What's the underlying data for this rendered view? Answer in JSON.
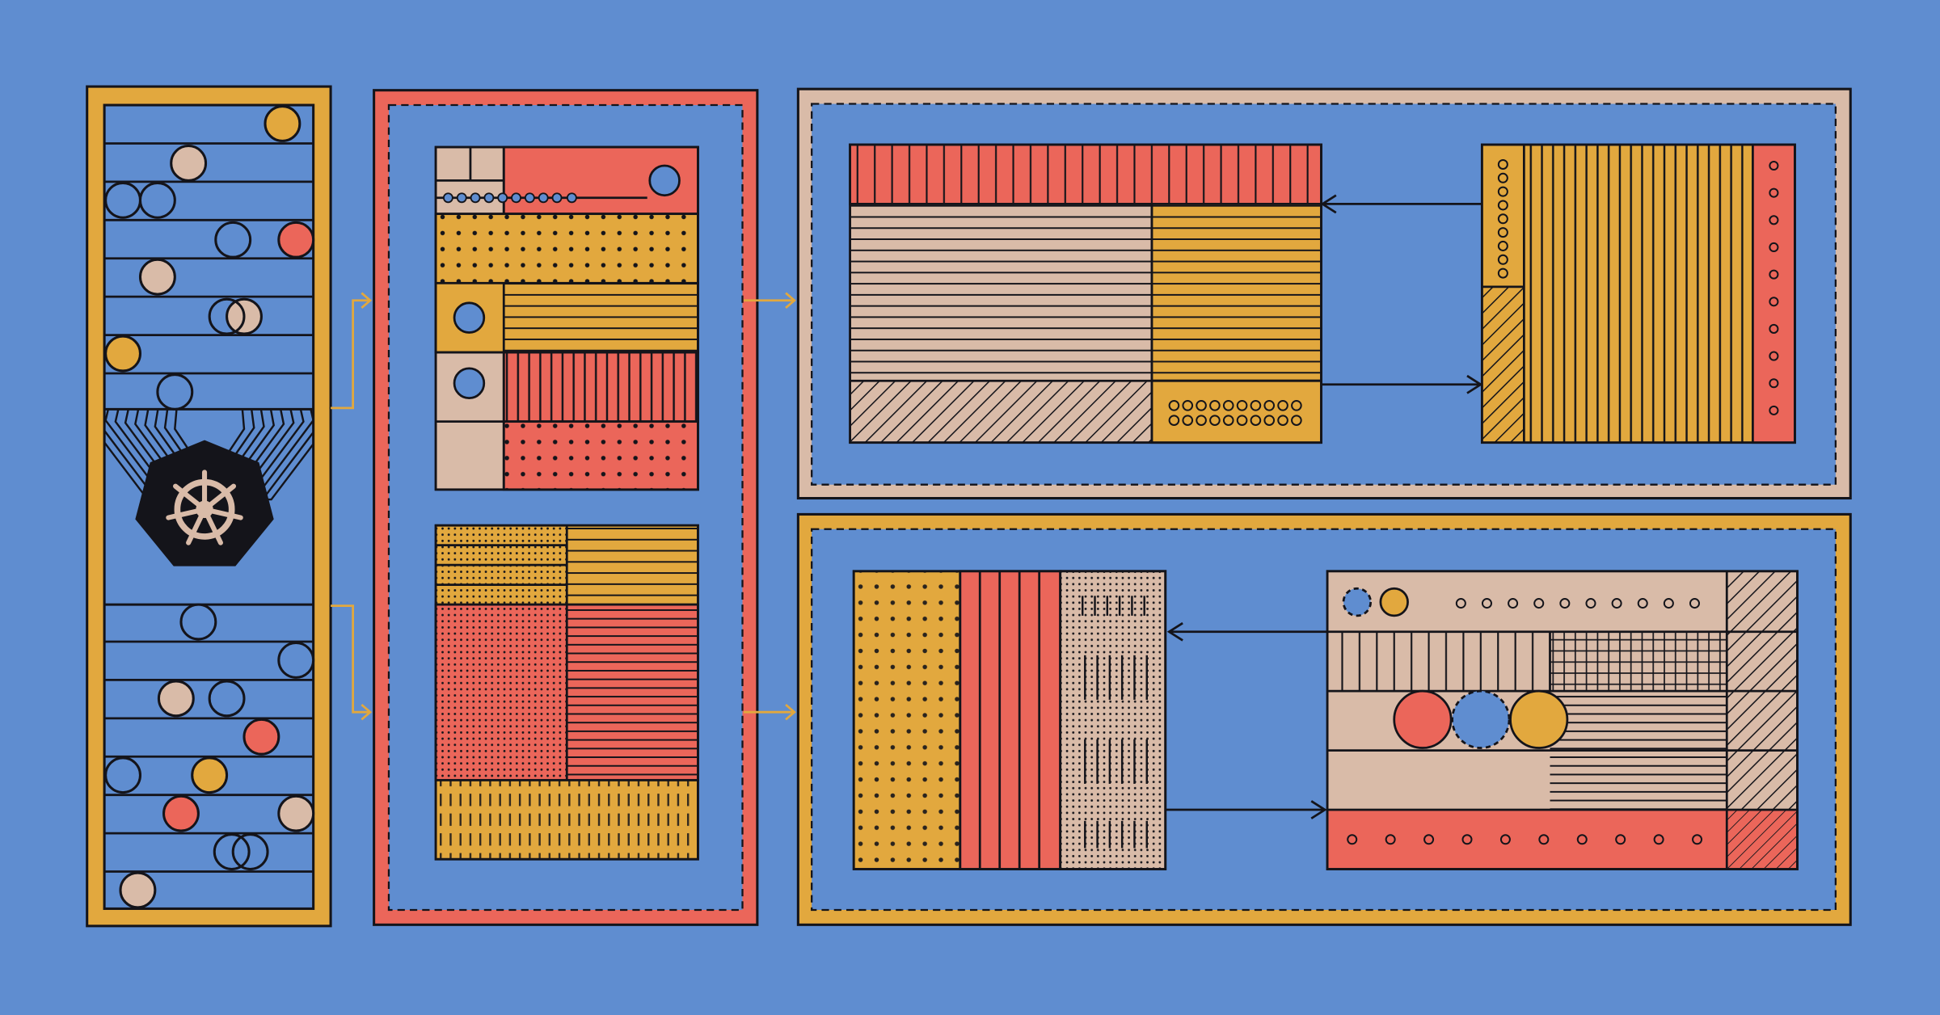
{
  "diagram": {
    "colors": {
      "background": "#5f8dd0",
      "orange": "#e2a83e",
      "red": "#eb665a",
      "beige": "#d9bba8",
      "blue": "#5f8dd0",
      "ink": "#14141a"
    },
    "icons": {
      "logo": "ship-wheel-icon"
    },
    "panels": [
      "node-pool-column",
      "pod-group-panel",
      "upper-cluster-panel",
      "lower-cluster-panel"
    ]
  }
}
